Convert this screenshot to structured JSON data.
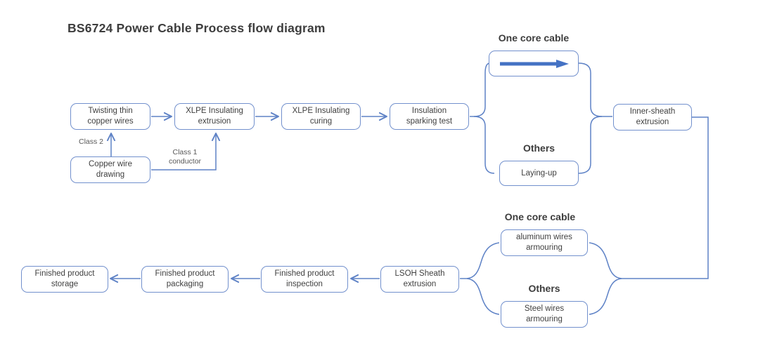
{
  "title": "BS6724 Power Cable Process flow diagram",
  "colors": {
    "node_border": "#7290cd",
    "connector": "#5e82c6",
    "thick_arrow": "#4472c4",
    "title_text": "#3d3d3d",
    "node_text": "#3f3f3f",
    "annotation_text": "#595959",
    "background": "#ffffff"
  },
  "nodes": {
    "twisting": "Twisting thin\ncopper wires",
    "xlpe_extrusion": "XLPE Insulating\nextrusion",
    "xlpe_curing": "XLPE Insulating\ncuring",
    "sparking_test": "Insulation\nsparking test",
    "copper_drawing": "Copper wire\ndrawing",
    "laying_up": "Laying-up",
    "inner_sheath": "Inner-sheath\nextrusion",
    "aluminum_armouring": "aluminum wires\narmouring",
    "steel_armouring": "Steel wires\narmouring",
    "lsoh_extrusion": "LSOH Sheath\nextrusion",
    "inspection": "Finished product\ninspection",
    "packaging": "Finished product\npackaging",
    "storage": "Finished product\nstorage"
  },
  "annotations": {
    "class_2": "Class 2",
    "class_1": "Class 1\nconductor",
    "branch1_top_label": "One core cable",
    "branch1_bottom_label": "Others",
    "branch2_top_label": "One core cable",
    "branch2_bottom_label": "Others"
  },
  "icons": {
    "one_core_flow": "right-arrow-icon"
  }
}
